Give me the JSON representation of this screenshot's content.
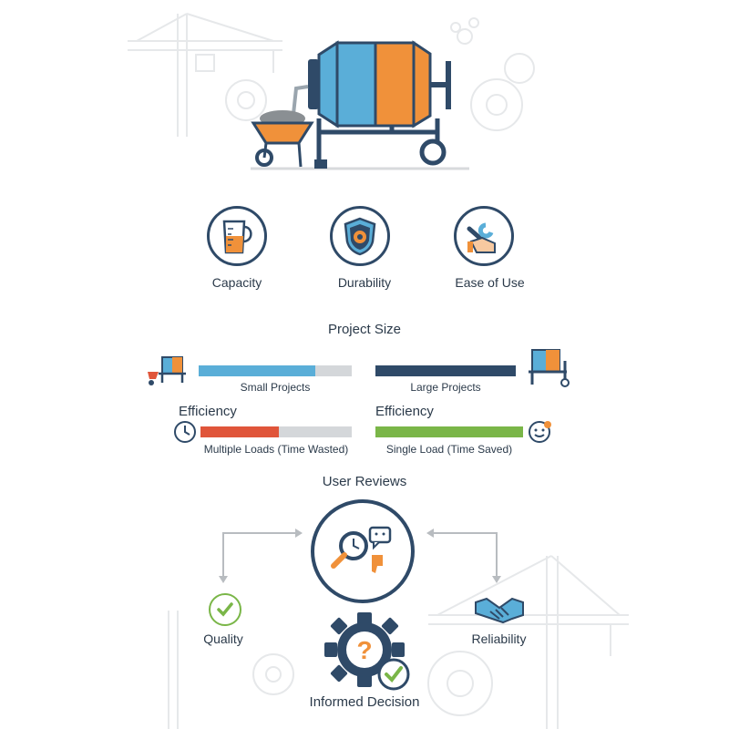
{
  "features": [
    {
      "label": "Capacity",
      "icon": "measuring-jug-icon"
    },
    {
      "label": "Durability",
      "icon": "shield-gear-icon"
    },
    {
      "label": "Ease of Use",
      "icon": "hand-wrench-icon"
    }
  ],
  "project_size": {
    "title": "Project Size",
    "small": {
      "caption": "Small Projects",
      "fill": 0.76,
      "color": "#5aaed8"
    },
    "large": {
      "caption": "Large Projects",
      "fill": 1.0,
      "color": "#2f4a68"
    }
  },
  "efficiency": {
    "left": {
      "heading": "Efficiency",
      "caption": "Multiple Loads (Time Wasted)",
      "fill": 0.52,
      "color": "#e0553a",
      "icon": "clock-icon"
    },
    "right": {
      "heading": "Efficiency",
      "caption": "Single Load (Time Saved)",
      "fill": 1.0,
      "color": "#7ab648",
      "icon": "smiley-icon"
    }
  },
  "reviews": {
    "title": "User Reviews",
    "quality": "Quality",
    "reliability": "Reliability",
    "decision": "Informed Decision"
  },
  "colors": {
    "navy": "#2f4a68",
    "blue": "#5aaed8",
    "orange": "#f0913a",
    "green": "#7ab648",
    "red": "#e0553a",
    "gray": "#d4d7da"
  }
}
